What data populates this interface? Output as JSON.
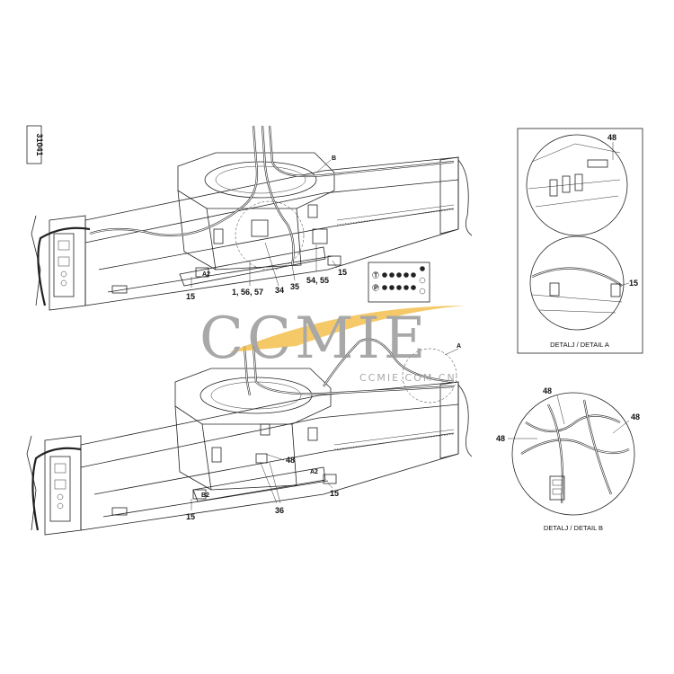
{
  "drawing": {
    "sheet_number": "31041",
    "section_label_b": "B",
    "section_label_a": "A"
  },
  "upper_view": {
    "callouts": [
      "A2",
      "15",
      "1, 56, 57",
      "34",
      "35",
      "54, 55",
      "15"
    ]
  },
  "lower_view": {
    "callouts": [
      "B2",
      "15",
      "36",
      "48",
      "A2",
      "15"
    ]
  },
  "detail_a": {
    "caption": "DETALJ / DETAIL A",
    "callouts": [
      "48",
      "15"
    ]
  },
  "detail_b": {
    "caption": "DETALJ / DETAIL B",
    "callouts": [
      "48",
      "48",
      "48"
    ]
  },
  "connector_chart": {
    "row_letters": [
      "T",
      "P"
    ]
  },
  "watermark": {
    "text": "CCMIE",
    "subtext": "CCMIE.COM.CN"
  },
  "colors": {
    "line": "#222222",
    "watermark": "#9a9a9a",
    "swoosh": "#f2b93b"
  }
}
